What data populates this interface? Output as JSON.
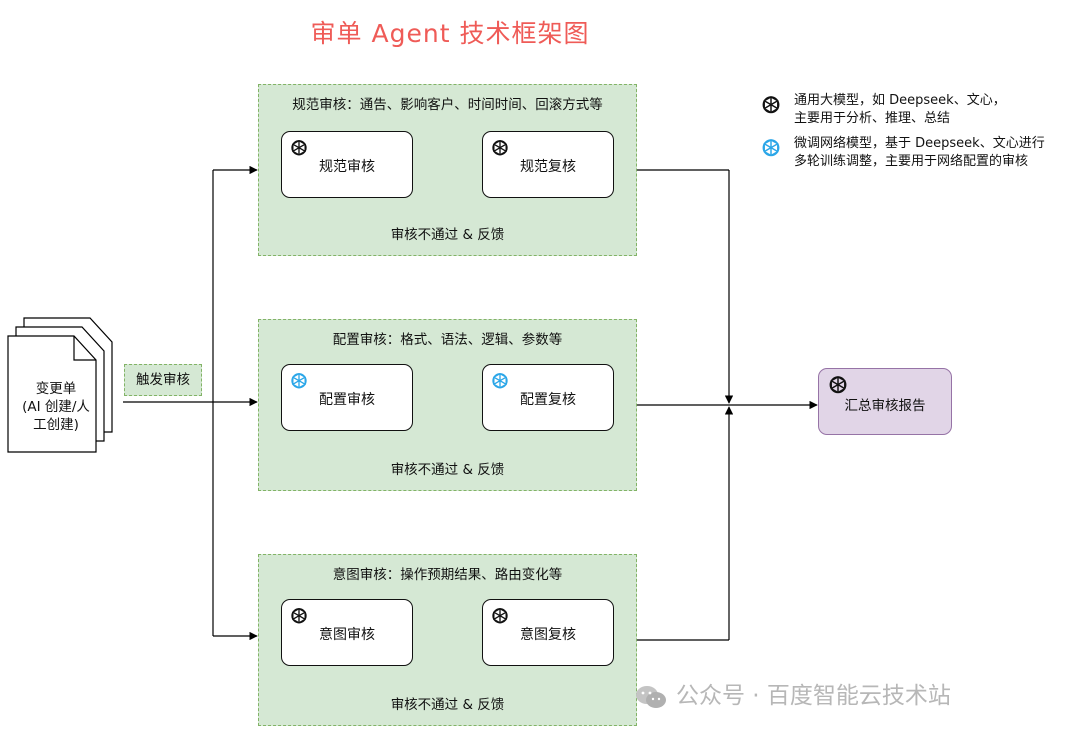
{
  "title": "审单 Agent 技术框架图",
  "document": {
    "label_line1": "变更单",
    "label_line2": "(AI 创建/人",
    "label_line3": "工创建)"
  },
  "trigger": {
    "label": "触发审核"
  },
  "panels": [
    {
      "title": "规范审核：通告、影响客户、时间时间、回滚方式等",
      "review": "规范审核",
      "recheck": "规范复核",
      "feedback": "审核不通过 & 反馈",
      "icon": "openai-black-icon"
    },
    {
      "title": "配置审核：格式、语法、逻辑、参数等",
      "review": "配置审核",
      "recheck": "配置复核",
      "feedback": "审核不通过 & 反馈",
      "icon": "openai-blue-icon"
    },
    {
      "title": "意图审核：操作预期结果、路由变化等",
      "review": "意图审核",
      "recheck": "意图复核",
      "feedback": "审核不通过 & 反馈",
      "icon": "openai-black-icon"
    }
  ],
  "summary": {
    "label": "汇总审核报告",
    "icon": "openai-black-icon"
  },
  "legend": [
    {
      "icon": "openai-black-icon",
      "line1": "通用大模型，如 Deepseek、文心，",
      "line2": "主要用于分析、推理、总结"
    },
    {
      "icon": "openai-blue-icon",
      "line1": "微调网络模型，基于 Deepseek、文心进行",
      "line2": "多轮训练调整，主要用于网络配置的审核"
    }
  ],
  "watermark": "公众号 · 百度智能云技术站",
  "colors": {
    "title": "#ef5b57",
    "panel_fill": "#d5e8d4",
    "panel_border": "#82b366",
    "summary_fill": "#e1d5e7",
    "summary_border": "#9673a6",
    "blue_icon": "#2aa6e8"
  }
}
